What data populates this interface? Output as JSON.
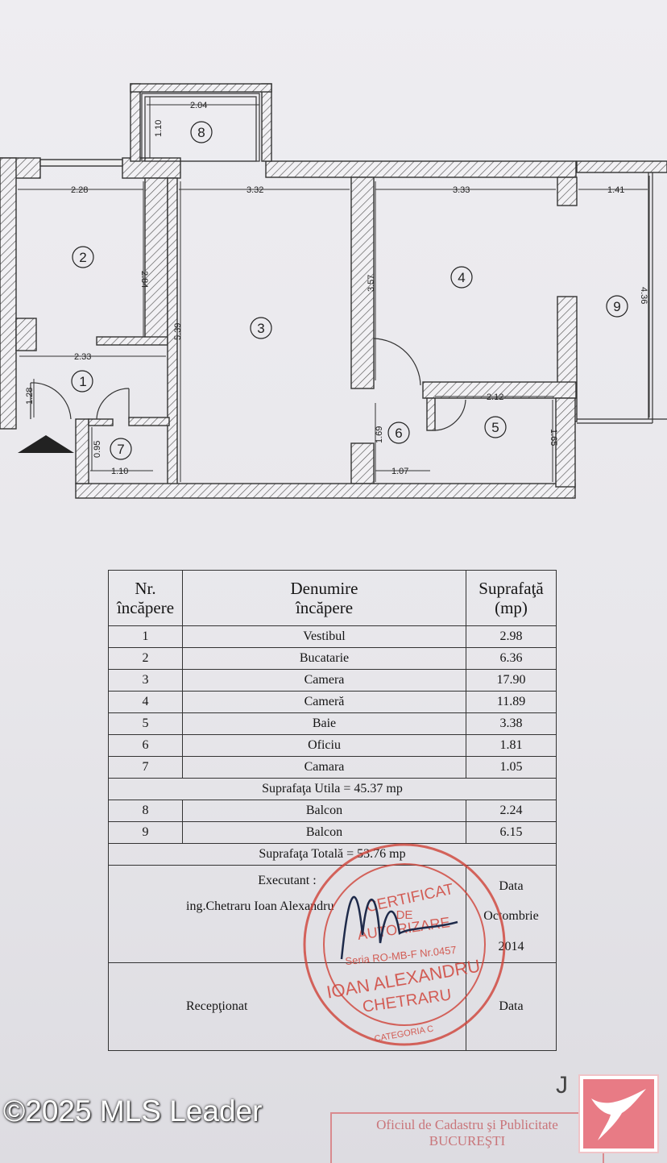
{
  "plan": {
    "dims": {
      "d204": "2.04",
      "d110a": "1.10",
      "d228": "2.28",
      "d332": "3.32",
      "d333": "3.33",
      "d141": "1.41",
      "d284": "2.84",
      "d357": "3.57",
      "d436": "4.36",
      "d539": "5.39",
      "d233": "2.33",
      "d128": "1.28",
      "d095": "0.95",
      "d110b": "1.10",
      "d169": "1.69",
      "d107": "1.07",
      "d212": "2.12",
      "d165": "1.65"
    },
    "rooms": [
      "1",
      "2",
      "3",
      "4",
      "5",
      "6",
      "7",
      "8",
      "9"
    ]
  },
  "table": {
    "headers": {
      "nr": "Nr.\nîncăpere",
      "name": "Denumire\nîncăpere",
      "area": "Suprafaţă\n(mp)"
    },
    "rows": [
      {
        "nr": "1",
        "name": "Vestibul",
        "area": "2.98"
      },
      {
        "nr": "2",
        "name": "Bucatarie",
        "area": "6.36"
      },
      {
        "nr": "3",
        "name": "Camera",
        "area": "17.90"
      },
      {
        "nr": "4",
        "name": "Cameră",
        "area": "11.89"
      },
      {
        "nr": "5",
        "name": "Baie",
        "area": "3.38"
      },
      {
        "nr": "6",
        "name": "Oficiu",
        "area": "1.81"
      },
      {
        "nr": "7",
        "name": "Camara",
        "area": "1.05"
      }
    ],
    "util_total": "Suprafaţa Utila = 45.37 mp",
    "balcony_rows": [
      {
        "nr": "8",
        "name": "Balcon",
        "area": "2.24"
      },
      {
        "nr": "9",
        "name": "Balcon",
        "area": "6.15"
      }
    ],
    "grand_total": "Suprafaţa Totală = 53.76 mp",
    "executant_label": "Executant :",
    "executant_name": "ing.Chetraru  Ioan Alexandru",
    "date_label": "Data",
    "date_value": "Octombrie\n2014",
    "received_label": "Recepţionat",
    "received_date": "Data"
  },
  "stamp": {
    "l1": "CERTIFICAT",
    "l2": "DE",
    "l3": "AUTORIZARE",
    "l4": "Seria RO-MB-F Nr.0457",
    "l5": "IOAN ALEXANDRU",
    "l6": "CHETRARU",
    "l7": "CATEGORIA C"
  },
  "footer": {
    "office_l1": "Oficiul de Cadastru şi Publicitate",
    "office_l2": "BUCUREŞTI",
    "watermark": "©2025 MLS Leader",
    "mark": "J"
  },
  "colors": {
    "stamp": "#d0463c",
    "wall": "#444444",
    "logo": "#e87b85"
  }
}
